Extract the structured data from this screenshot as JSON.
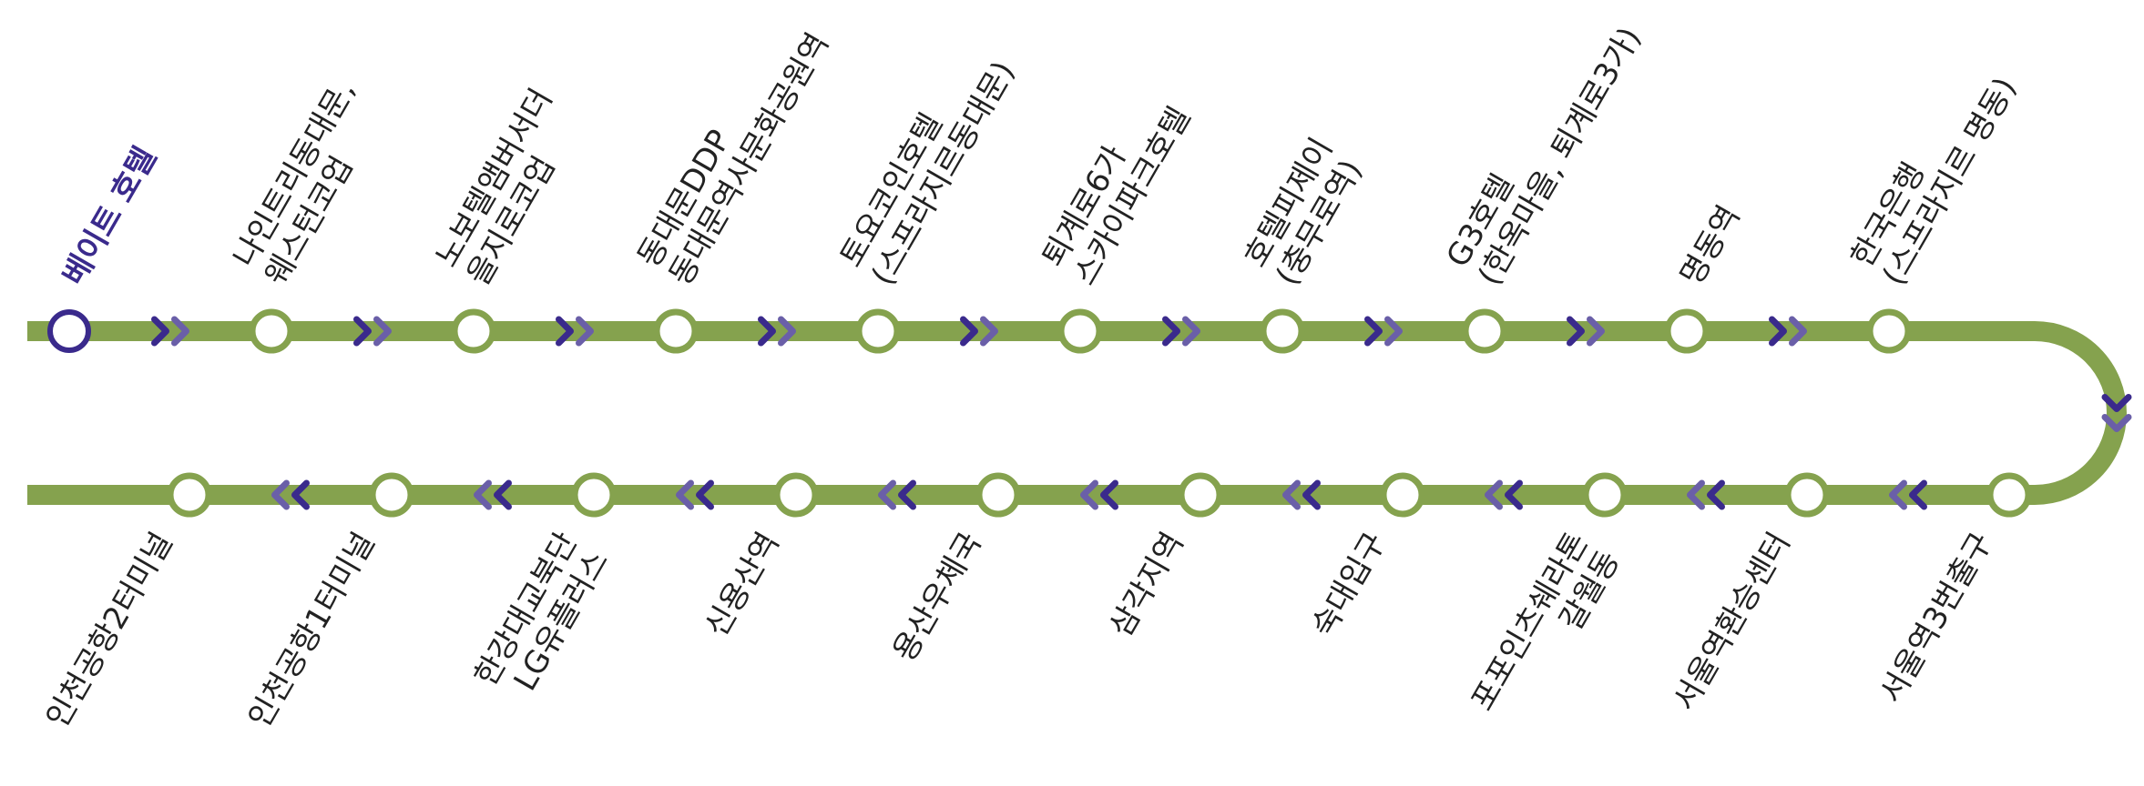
{
  "colors": {
    "line": "#85a24e",
    "stop_fill": "#ffffff",
    "current_stop": "#3a2a8c",
    "arrow_primary": "#3a2a8c",
    "arrow_secondary": "#6a5fa8",
    "text": "#222222"
  },
  "route": {
    "top_stops": [
      {
        "lines": [
          "베이트 호텔"
        ],
        "current": true
      },
      {
        "lines": [
          "나인트리동대문,",
          "웨스턴코업"
        ]
      },
      {
        "lines": [
          "노보텔앰버서더",
          "을지로코업"
        ]
      },
      {
        "lines": [
          "동대문DDP",
          "동대문역사문화공원역"
        ]
      },
      {
        "lines": [
          "토요코인호텔",
          "(스프라지르동대문)"
        ]
      },
      {
        "lines": [
          "퇴계로6가",
          "스카이파크호텔"
        ]
      },
      {
        "lines": [
          "호텔피제이",
          "(충무로역)"
        ]
      },
      {
        "lines": [
          "G3호텔",
          "(한옥마을, 퇴계로3가)"
        ]
      },
      {
        "lines": [
          "명동역"
        ]
      },
      {
        "lines": [
          "한국은행",
          "(스프라지르 명동)"
        ]
      }
    ],
    "bottom_stops": [
      {
        "lines": [
          "서울역3번출구"
        ]
      },
      {
        "lines": [
          "서울역환승센터"
        ]
      },
      {
        "lines": [
          "포포인츠쉐라톤",
          "갈월동"
        ]
      },
      {
        "lines": [
          "숙대입구"
        ]
      },
      {
        "lines": [
          "삼각지역"
        ]
      },
      {
        "lines": [
          "용산우체국"
        ]
      },
      {
        "lines": [
          "신용산역"
        ]
      },
      {
        "lines": [
          "한강대교북단",
          "LG유플러스"
        ]
      },
      {
        "lines": [
          "인천공항1터미널"
        ]
      },
      {
        "lines": [
          "인천공항2터미널"
        ]
      }
    ],
    "direction_icons": {
      "top": "chevron-double-right-icon",
      "turn": "chevron-double-down-icon",
      "bottom": "chevron-double-left-icon"
    }
  }
}
